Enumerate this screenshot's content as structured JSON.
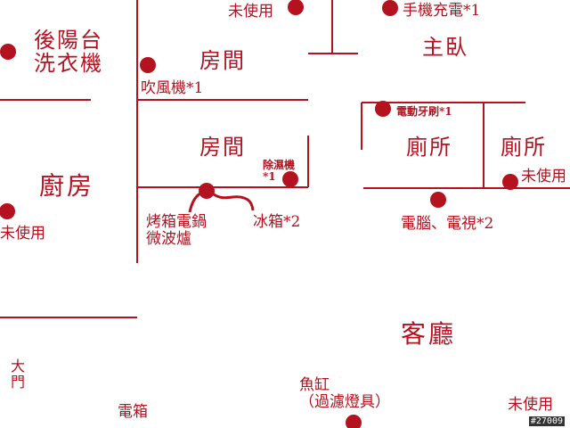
{
  "colors": {
    "ink": "#b3121e",
    "background": "#ffffff"
  },
  "rooms": {
    "balcony": "後陽台\n洗衣機",
    "room_top": "房間",
    "room_mid": "房間",
    "master": "主臥",
    "kitchen": "廚房",
    "toilet_a": "廁所",
    "toilet_b": "廁所",
    "living": "客廳",
    "door": "大門"
  },
  "devices": {
    "unused_top": "未使用",
    "phone_charger": "手機充電*1",
    "hair_dryer": "吹風機*1",
    "toothbrush": "電動牙刷*1",
    "dehumidifier": "除濕機\n*1",
    "oven": "烤箱電鍋\n微波爐",
    "fridge": "冰箱*2",
    "pc_tv": "電腦、電視*2",
    "unused_right": "未使用",
    "unused_left": "未使用",
    "breaker": "電箱",
    "fish_tank": "魚缸\n（過濾燈具）",
    "unused_bottom": "未使用"
  },
  "watermark": "#27009"
}
